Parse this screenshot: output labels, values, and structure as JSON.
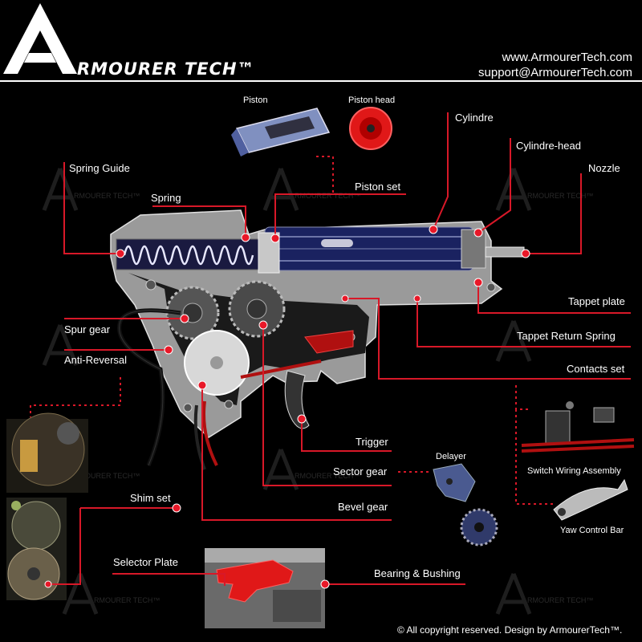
{
  "header": {
    "logo_initial": "A",
    "brand": "RMOURER TECH™",
    "website": "www.ArmourerTech.com",
    "email": "support@ArmourerTech.com"
  },
  "labels": {
    "piston": "Piston",
    "piston_head": "Piston head",
    "cylindre": "Cylindre",
    "cylindre_head": "Cylindre-head",
    "nozzle": "Nozzle",
    "spring_guide": "Spring Guide",
    "spring": "Spring",
    "piston_set": "Piston set",
    "tappet_plate": "Tappet plate",
    "tappet_return_spring": "Tappet  Return  Spring",
    "contacts_set": "Contacts set",
    "spur_gear": "Spur gear",
    "anti_reversal": "Anti-Reversal",
    "trigger": "Trigger",
    "sector_gear": "Sector gear",
    "delayer": "Delayer",
    "switch_wiring_assembly": "Switch Wiring Assembly",
    "yaw_control_bar": "Yaw Control Bar",
    "bevel_gear": "Bevel gear",
    "shim_set": "Shim set",
    "selector_plate": "Selector Plate",
    "bearing_bushing": "Bearing & Bushing"
  },
  "footer": {
    "copyright": "©  All copyright reserved.   Design by ArmourerTech™."
  },
  "colors": {
    "background": "#000000",
    "callout": "#d81828",
    "text": "#ffffff"
  }
}
